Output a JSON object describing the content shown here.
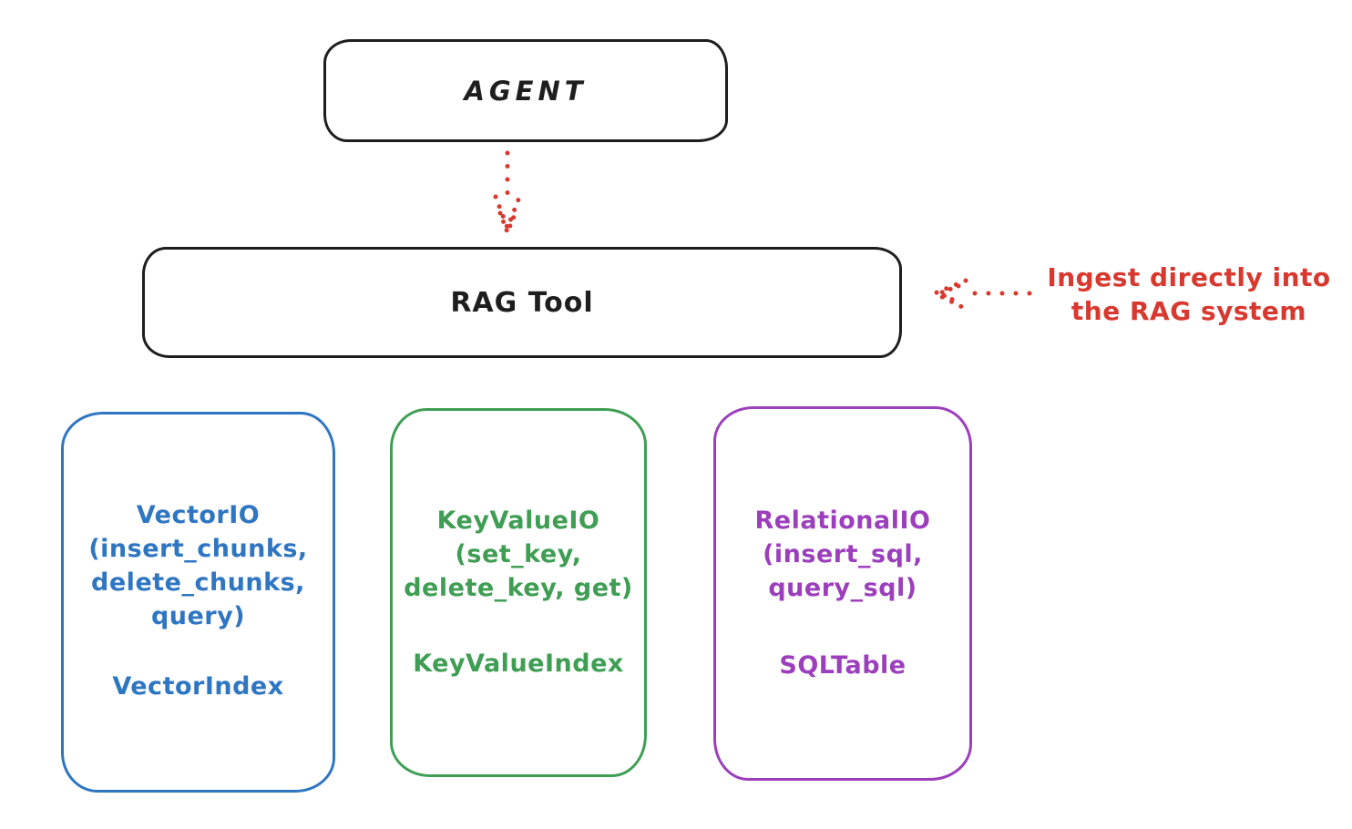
{
  "diagram": {
    "nodes": {
      "agent": {
        "label": "AGENT"
      },
      "rag_tool": {
        "label": "RAG Tool"
      }
    },
    "annotation": {
      "lines": [
        "Ingest directly into",
        "the RAG system"
      ],
      "color": "#d9382f"
    },
    "storage_boxes": [
      {
        "name": "vector-io",
        "color": "#2f76c2",
        "title_lines": [
          "VectorIO",
          "(insert_chunks,",
          "delete_chunks,",
          "query)"
        ],
        "footer": "VectorIndex"
      },
      {
        "name": "key-value-io",
        "color": "#3f9e54",
        "title_lines": [
          "KeyValueIO",
          "(set_key,",
          "delete_key, get)"
        ],
        "footer": "KeyValueIndex"
      },
      {
        "name": "relational-io",
        "color": "#9c3fbd",
        "title_lines": [
          "RelationalIO",
          "(insert_sql,",
          "query_sql)"
        ],
        "footer": "SQLTable"
      }
    ],
    "colors": {
      "stroke": "#1e1e1e",
      "accent_red": "#d9382f"
    }
  }
}
